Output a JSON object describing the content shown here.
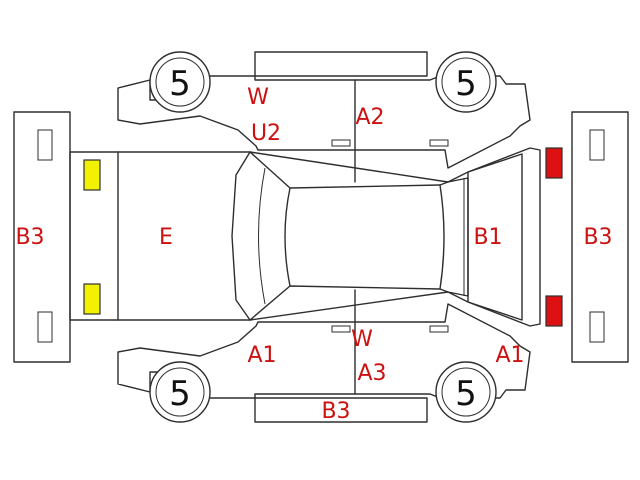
{
  "colors": {
    "outline": "#2e2e2e",
    "code_text": "#cc1111",
    "tire_text": "#111111",
    "front_lamp": "#f2f200",
    "rear_lamp": "#dd1111"
  },
  "tires": {
    "front_left": "5",
    "rear_left": "5",
    "front_right": "5",
    "rear_right": "5"
  },
  "codes": {
    "front_bumper": "B3",
    "hood": "E",
    "upper_left_w": "W",
    "upper_left_u2": "U2",
    "upper_right_door": "A2",
    "trunk": "B1",
    "rear_bumper": "B3",
    "lower_left_a1": "A1",
    "lower_right_w": "W",
    "lower_right_a3": "A3",
    "lower_rear_a1": "A1",
    "side_sill": "B3"
  }
}
